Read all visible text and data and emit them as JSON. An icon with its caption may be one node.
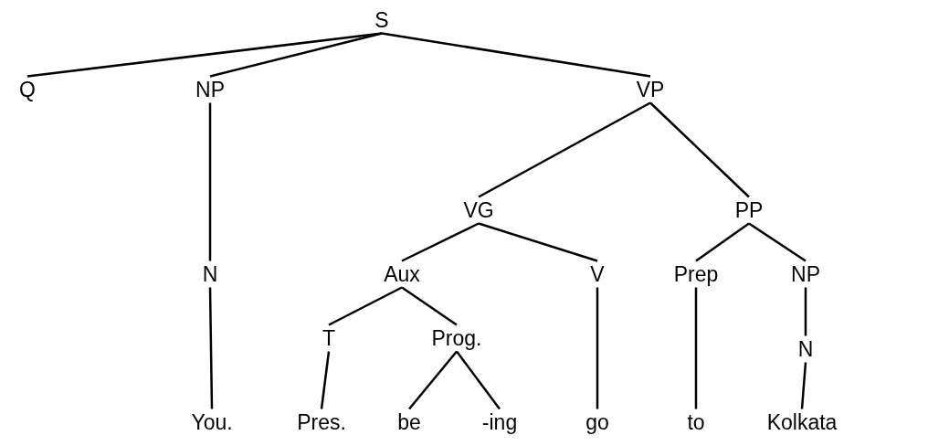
{
  "diagram": {
    "nodes": [
      {
        "text": [
          "S"
        ]
      },
      {
        "text": [
          "Q"
        ]
      },
      {
        "text": [
          "NP"
        ]
      },
      {
        "text": [
          "VP"
        ]
      },
      {
        "text": [
          "N"
        ]
      },
      {
        "text": [
          "You."
        ]
      },
      {
        "text": [
          "VG"
        ]
      },
      {
        "text": [
          "PP"
        ]
      },
      {
        "text": [
          "Aux"
        ]
      },
      {
        "text": [
          "V"
        ]
      },
      {
        "text": [
          "Prep"
        ]
      },
      {
        "text": [
          "NP"
        ]
      },
      {
        "text": [
          "T"
        ]
      },
      {
        "text": [
          "Prog."
        ]
      },
      {
        "text": [
          "N"
        ]
      },
      {
        "text": [
          "Pres."
        ]
      },
      {
        "text": [
          "be"
        ]
      },
      {
        "text": [
          "-ing"
        ]
      },
      {
        "text": [
          "go"
        ]
      },
      {
        "text": [
          "to"
        ]
      },
      {
        "text": [
          "Kolkata"
        ]
      }
    ],
    "edges": [
      {
        "from": 0,
        "to": 1,
        "arrow": "none"
      },
      {
        "from": 0,
        "to": 2,
        "arrow": "none"
      },
      {
        "from": 0,
        "to": 3,
        "arrow": "none"
      },
      {
        "from": 2,
        "to": 4,
        "arrow": "none"
      },
      {
        "from": 4,
        "to": 5,
        "arrow": "none"
      },
      {
        "from": 3,
        "to": 6,
        "arrow": "none"
      },
      {
        "from": 3,
        "to": 7,
        "arrow": "none"
      },
      {
        "from": 6,
        "to": 8,
        "arrow": "none"
      },
      {
        "from": 6,
        "to": 9,
        "arrow": "none"
      },
      {
        "from": 8,
        "to": 12,
        "arrow": "none"
      },
      {
        "from": 8,
        "to": 13,
        "arrow": "none"
      },
      {
        "from": 12,
        "to": 15,
        "arrow": "none"
      },
      {
        "from": 13,
        "to": 16,
        "arrow": "none"
      },
      {
        "from": 13,
        "to": 17,
        "arrow": "none"
      },
      {
        "from": 9,
        "to": 18,
        "arrow": "none"
      },
      {
        "from": 7,
        "to": 10,
        "arrow": "none"
      },
      {
        "from": 7,
        "to": 11,
        "arrow": "none"
      },
      {
        "from": 10,
        "to": 19,
        "arrow": "none"
      },
      {
        "from": 11,
        "to": 14,
        "arrow": "none"
      },
      {
        "from": 14,
        "to": 20,
        "arrow": "none"
      }
    ]
  }
}
